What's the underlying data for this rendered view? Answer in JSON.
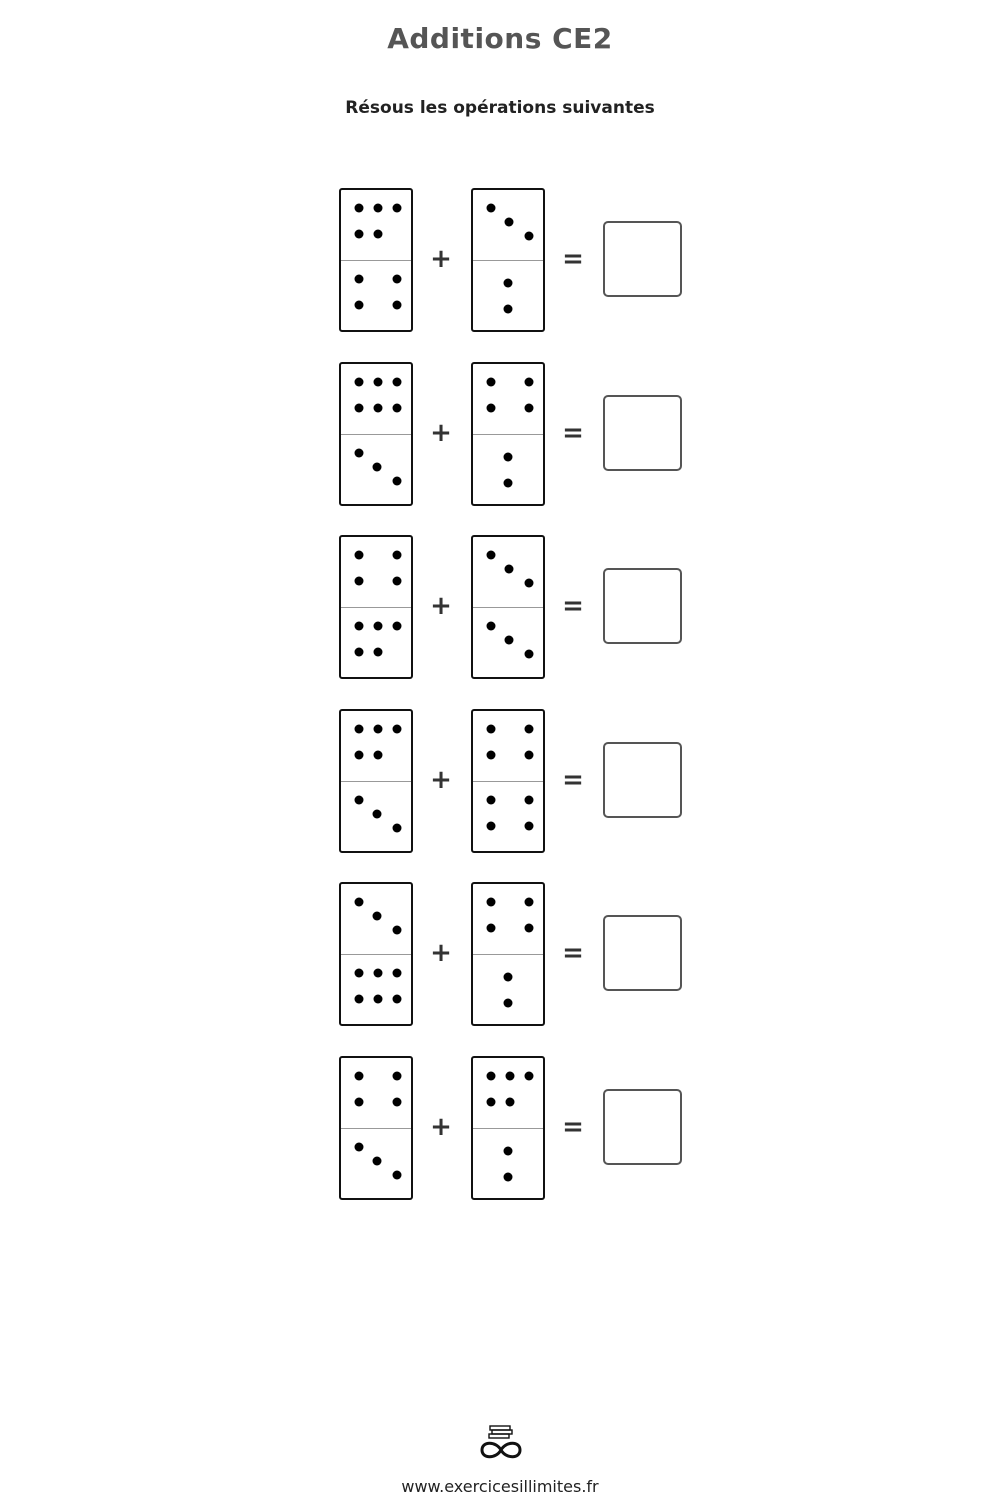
{
  "title": "Additions CE2",
  "subtitle": "Résous les opérations suivantes",
  "operators": {
    "plus": "+",
    "equals": "="
  },
  "exercises": [
    {
      "left": [
        5,
        4
      ],
      "right": [
        3,
        2
      ]
    },
    {
      "left": [
        6,
        3
      ],
      "right": [
        4,
        2
      ]
    },
    {
      "left": [
        4,
        5
      ],
      "right": [
        3,
        3
      ]
    },
    {
      "left": [
        5,
        3
      ],
      "right": [
        4,
        4
      ]
    },
    {
      "left": [
        3,
        6
      ],
      "right": [
        4,
        2
      ]
    },
    {
      "left": [
        4,
        3
      ],
      "right": [
        5,
        2
      ]
    }
  ],
  "footer": {
    "logo_icon": "infinity-books-icon",
    "url": "www.exercicesillimites.fr"
  }
}
